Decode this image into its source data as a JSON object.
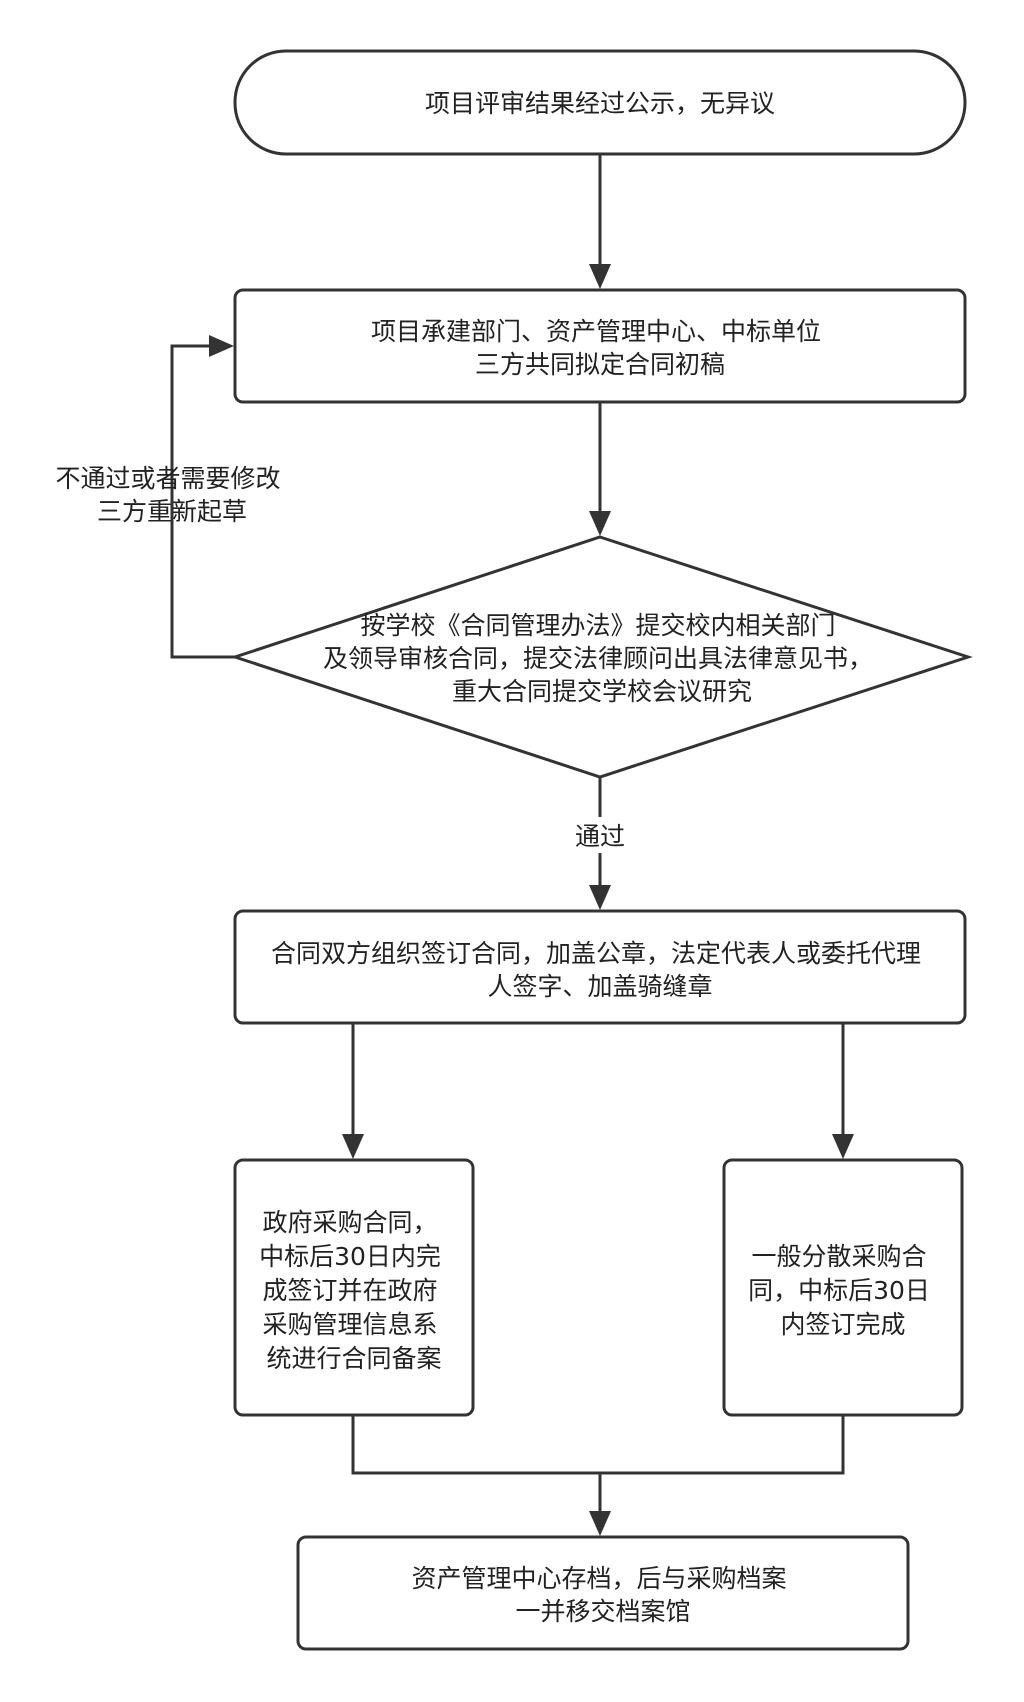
{
  "nodes": {
    "start": {
      "lines": [
        "项目评审结果经过公示，无异议"
      ]
    },
    "draft": {
      "lines": [
        "项目承建部门、资产管理中心、中标单位",
        "三方共同拟定合同初稿"
      ]
    },
    "review": {
      "lines": [
        "按学校《合同管理办法》提交校内相关部门",
        "及领导审核合同，提交法律顾问出具法律意见书，",
        "重大合同提交学校会议研究"
      ]
    },
    "sign": {
      "lines": [
        "合同双方组织签订合同，加盖公章，法定代表人或委托代理",
        "人签字、加盖骑缝章"
      ]
    },
    "gov": {
      "lines": [
        "政府采购合同，",
        "中标后30日内完",
        "成签订并在政府",
        "采购管理信息系",
        "统进行合同备案"
      ]
    },
    "general": {
      "lines": [
        "一般分散采购合",
        "同，中标后30日",
        "内签订完成"
      ]
    },
    "archive": {
      "lines": [
        "资产管理中心存档，后与采购档案",
        "一并移交档案馆"
      ]
    }
  },
  "edge_labels": {
    "reject": {
      "lines": [
        "不通过或者需要修改",
        "三方重新起草"
      ]
    },
    "pass": {
      "lines": [
        "通过"
      ]
    }
  },
  "colors": {
    "stroke": "#333333",
    "text": "#222222",
    "background": "#ffffff"
  }
}
